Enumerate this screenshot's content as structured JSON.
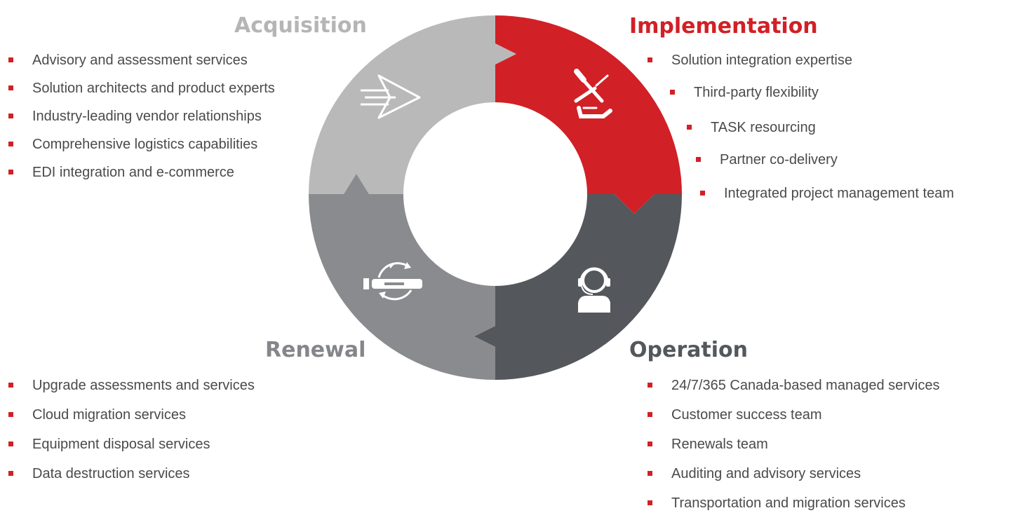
{
  "phases": {
    "acquisition": {
      "title": "Acquisition",
      "color": "#b9b9b9",
      "icon": "arrow-icon",
      "items": [
        "Advisory and assessment services",
        "Solution architects and product experts",
        "Industry-leading vendor relationships",
        "Comprehensive logistics capabilities",
        "EDI integration and e-commerce"
      ]
    },
    "implementation": {
      "title": "Implementation",
      "color": "#d12026",
      "icon": "tools-icon",
      "items": [
        "Solution integration expertise",
        "Third-party flexibility",
        "TASK resourcing",
        "Partner co-delivery",
        "Integrated project management team"
      ]
    },
    "operation": {
      "title": "Operation",
      "color": "#54575b",
      "icon": "headset-user-icon",
      "items": [
        "24/7/365 Canada-based managed services",
        "Customer success team",
        "Renewals team",
        "Auditing and advisory services",
        "Transportation and migration services"
      ]
    },
    "renewal": {
      "title": "Renewal",
      "color": "#8a8b8e",
      "icon": "server-refresh-icon",
      "items": [
        "Upgrade assessments and services",
        "Cloud migration services",
        "Equipment disposal services",
        "Data destruction services"
      ]
    }
  },
  "bullet_color": "#d12026"
}
